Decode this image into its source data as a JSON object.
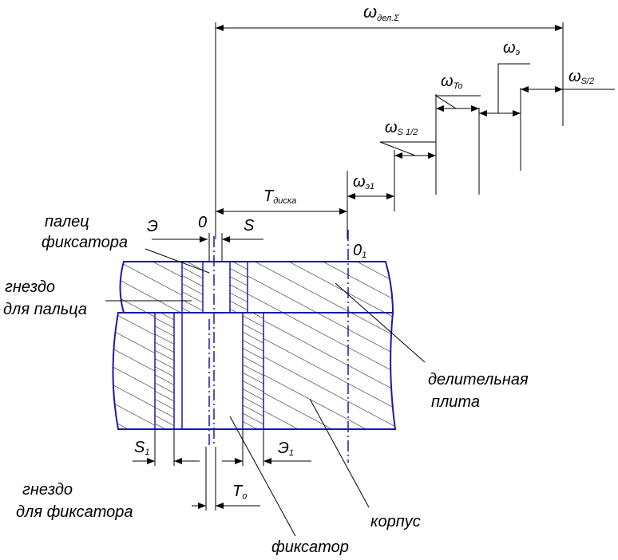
{
  "title_label": {
    "main": "ω",
    "sub": "дел.Σ"
  },
  "omega_s2": {
    "main": "ω",
    "sub": "S/2"
  },
  "omega_e": {
    "main": "ω",
    "sub": "э"
  },
  "omega_to": {
    "main": "ω",
    "sub": "To"
  },
  "omega_s12": {
    "main": "ω",
    "sub": "S 1/2"
  },
  "omega_e1": {
    "main": "ω",
    "sub": "э1"
  },
  "t_disk": {
    "main": "T",
    "sub": "диска"
  },
  "zero_label": "0",
  "zero1_label": {
    "main": "0",
    "sub": "1"
  },
  "s_label": "S",
  "e_label": "Э",
  "s1_label": {
    "main": "S",
    "sub": "1"
  },
  "e1_label": {
    "main": "Э",
    "sub": "1"
  },
  "to_label": {
    "main": "T",
    "sub": "o"
  },
  "part_labels": {
    "finger_line1": "палец",
    "finger_line2": "фиксатора",
    "finger_socket_line1": "гнездо",
    "finger_socket_line2": "для пальца",
    "plate_line1": "делительная",
    "plate_line2": "плита",
    "fixer_socket_line1": "гнездо",
    "fixer_socket_line2": "для фиксатора",
    "body": "корпус",
    "fixer": "фиксатор"
  },
  "colors": {
    "outline": "#1a1aa8",
    "lines": "#000000"
  }
}
